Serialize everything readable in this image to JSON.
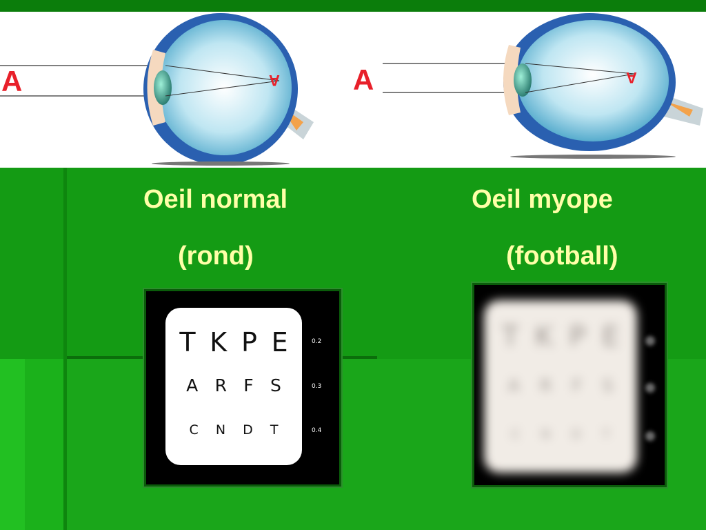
{
  "diagram": {
    "object_letter": "A",
    "image_letter": "A"
  },
  "captions": {
    "normal_title": "Oeil normal",
    "normal_sub": "(rond)",
    "myopic_title": "Oeil myope",
    "myopic_sub": "(football)"
  },
  "eye_chart": {
    "rows": [
      {
        "letters": [
          "T",
          "K",
          "P",
          "E"
        ],
        "acuity": "0.2"
      },
      {
        "letters": [
          "A",
          "R",
          "F",
          "S"
        ],
        "acuity": "0.3"
      },
      {
        "letters": [
          "C",
          "N",
          "D",
          "T"
        ],
        "acuity": "0.4"
      }
    ]
  },
  "colors": {
    "background": "#149b14",
    "caption": "#ffffa8",
    "letter_red": "#e8202a",
    "eye_blue": "#3a7fc8"
  },
  "icons": [
    "normal-eye-diagram",
    "myopic-eye-diagram",
    "eye-chart-clear",
    "eye-chart-blurred"
  ]
}
